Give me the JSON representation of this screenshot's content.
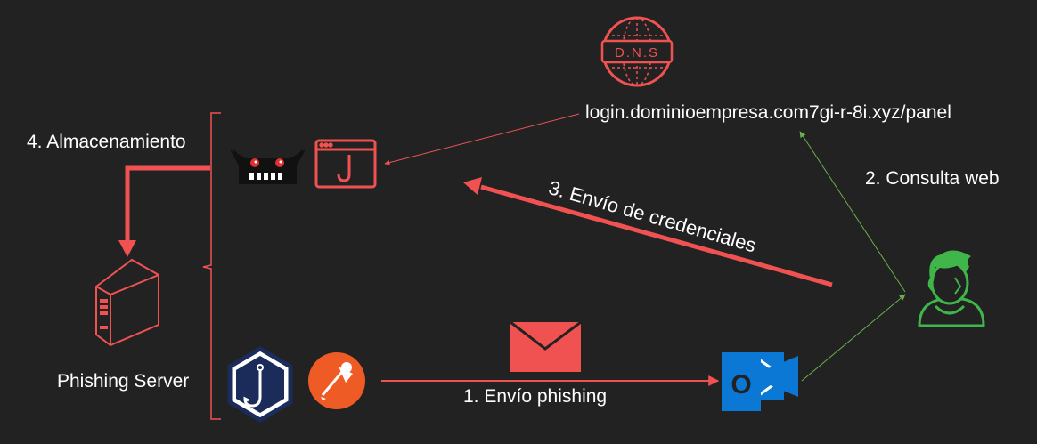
{
  "labels": {
    "storage": "4. Almacenamiento",
    "server": "Phishing Server",
    "url": "login.dominioempresa.com7gi-r-8i.xyz/panel",
    "web_query": "2. Consulta web",
    "phishing_send": "1. Envío phishing",
    "credentials_send": "3. Envío de credenciales"
  },
  "icons": {
    "dns_text": "D.N.S",
    "outlook_letter": "O"
  },
  "colors": {
    "background": "#222222",
    "red": "#f05252",
    "green": "#3fb54a",
    "arrow_green": "#6ab04c",
    "outlook_blue": "#0a78d4",
    "gophish_navy": "#1c2c5a",
    "postman_orange": "#ef5b25"
  }
}
